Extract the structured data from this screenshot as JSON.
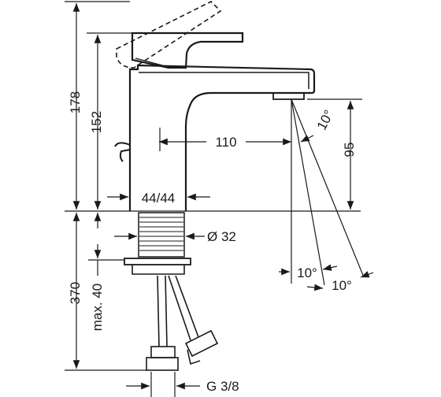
{
  "diagram": {
    "dimensions": {
      "total_height": "178",
      "spout_height": "152",
      "outlet_height": "95",
      "projection": "110",
      "body_width": "44/44",
      "shank_diameter": "Ø 32",
      "hose_length": "370",
      "max_thickness": "max. 40",
      "connection_thread": "G 3/8",
      "angle_outlet": "10°",
      "angle_spray_left": "10°",
      "angle_spray_right": "10°"
    }
  }
}
